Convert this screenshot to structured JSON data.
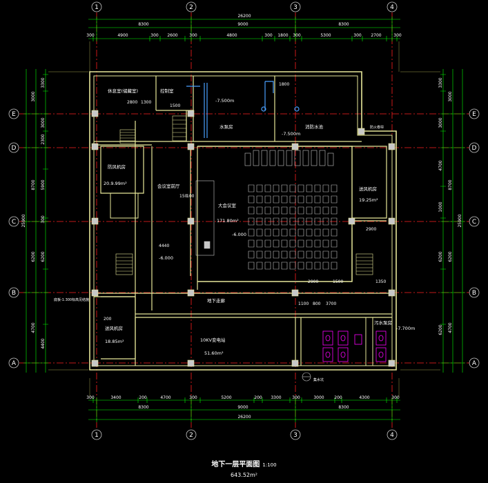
{
  "drawing": {
    "title": "地下一层平面图",
    "scale": "1:100",
    "area": "643.52m²"
  },
  "grid_axes": {
    "columns": [
      "1",
      "2",
      "3",
      "4"
    ],
    "rows": [
      "E",
      "D",
      "C",
      "B",
      "A"
    ]
  },
  "dimensions": {
    "top_total": "26200",
    "top_major": [
      "8300",
      "9000",
      "8300"
    ],
    "top_minor": [
      "300",
      "4900",
      "300",
      "2600",
      "300",
      "4800",
      "300",
      "1800",
      "300",
      "5300",
      "300",
      "2700",
      "300"
    ],
    "bottom_total": "26200",
    "bottom_major": [
      "8300",
      "9000",
      "8300"
    ],
    "bottom_minor": [
      "300",
      "3400",
      "200",
      "4700",
      "300",
      "5200",
      "200",
      "3300",
      "300",
      "3000",
      "200",
      "4300",
      "300"
    ],
    "left_total": "25900",
    "left_major": [
      "3000",
      "8700",
      "6200",
      "4700"
    ],
    "left_minor": [
      "3300",
      "3000",
      "2300",
      "5900",
      "300",
      "6200",
      "4400"
    ],
    "right_total": "25900",
    "right_major": [
      "3000",
      "8700",
      "6200",
      "4700"
    ],
    "right_minor": [
      "3300",
      "3000",
      "4700",
      "1000",
      "6200",
      "6200"
    ]
  },
  "rooms": {
    "rest_room": "休息室(储藏室)",
    "control_room": "控制室",
    "pump_room": "水泵房",
    "fire_pool": "消防水池",
    "fire_pool_level": "-7.500m",
    "pump_level": "-7.500m",
    "smoke_fan_room": "防风机房",
    "smoke_fan_area": "20.9.99m²",
    "meeting_lobby": "会议室前厅",
    "hall": "大会议室",
    "hall_area": "171.80m²",
    "hall_level": "-6.000",
    "lobby_level": "-6.000",
    "fan_room_east": "送风机房",
    "fan_room_east_area": "19.25m²",
    "fan_room_west": "送风机房",
    "fan_room_west_area": "18.85m²",
    "substation": "10KV变电站",
    "substation_area": "51.60m²",
    "corridor": "地下走廊",
    "sewage_pump": "污水泵房",
    "sewage_level": "-7.700m",
    "note_left": "底板-1.300标高见结施",
    "note_escape": "防火卷帘",
    "note_bottom": "集水坑"
  },
  "local_dims": {
    "d2800": "2800",
    "d1300": "1300",
    "d1500": "1500",
    "d4440": "4440",
    "d2900": "2900",
    "d1350": "1350",
    "d3700": "3700",
    "d1100": "1100",
    "d800": "800",
    "d1800": "1800",
    "d150": "150",
    "d100": "100",
    "d200": "200"
  },
  "colors": {
    "background": "#000000",
    "wall": "#e8e89a",
    "grid": "#ff2020",
    "dimension": "#00ff00",
    "grid_bubble": "#00c0c0",
    "text": "#ffffff",
    "pipe": "#4aa0ff",
    "magenta": "#ff00ff"
  }
}
